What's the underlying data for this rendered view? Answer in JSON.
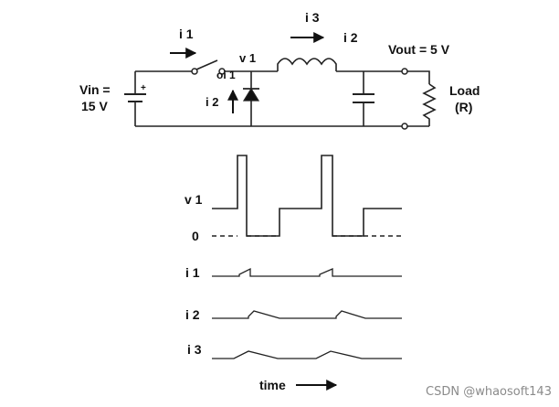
{
  "circuit": {
    "labels": {
      "i1": "i 1",
      "v1": "v 1",
      "node_i1": "oi 1",
      "i2_diode": "i 2",
      "i3": "i 3",
      "i2_out": "i 2",
      "vout": "Vout  = 5 V",
      "vin_line1": "Vin =",
      "vin_line2": "15 V",
      "plus": "+",
      "load_line1": "Load",
      "load_line2": "(R)"
    }
  },
  "waveforms": {
    "labels": {
      "v1": "v 1",
      "zero": "0",
      "i1": "i 1",
      "i2": "i 2",
      "i3": "i 3"
    },
    "time_label": "time"
  },
  "watermark": "CSDN @whaosoft143"
}
